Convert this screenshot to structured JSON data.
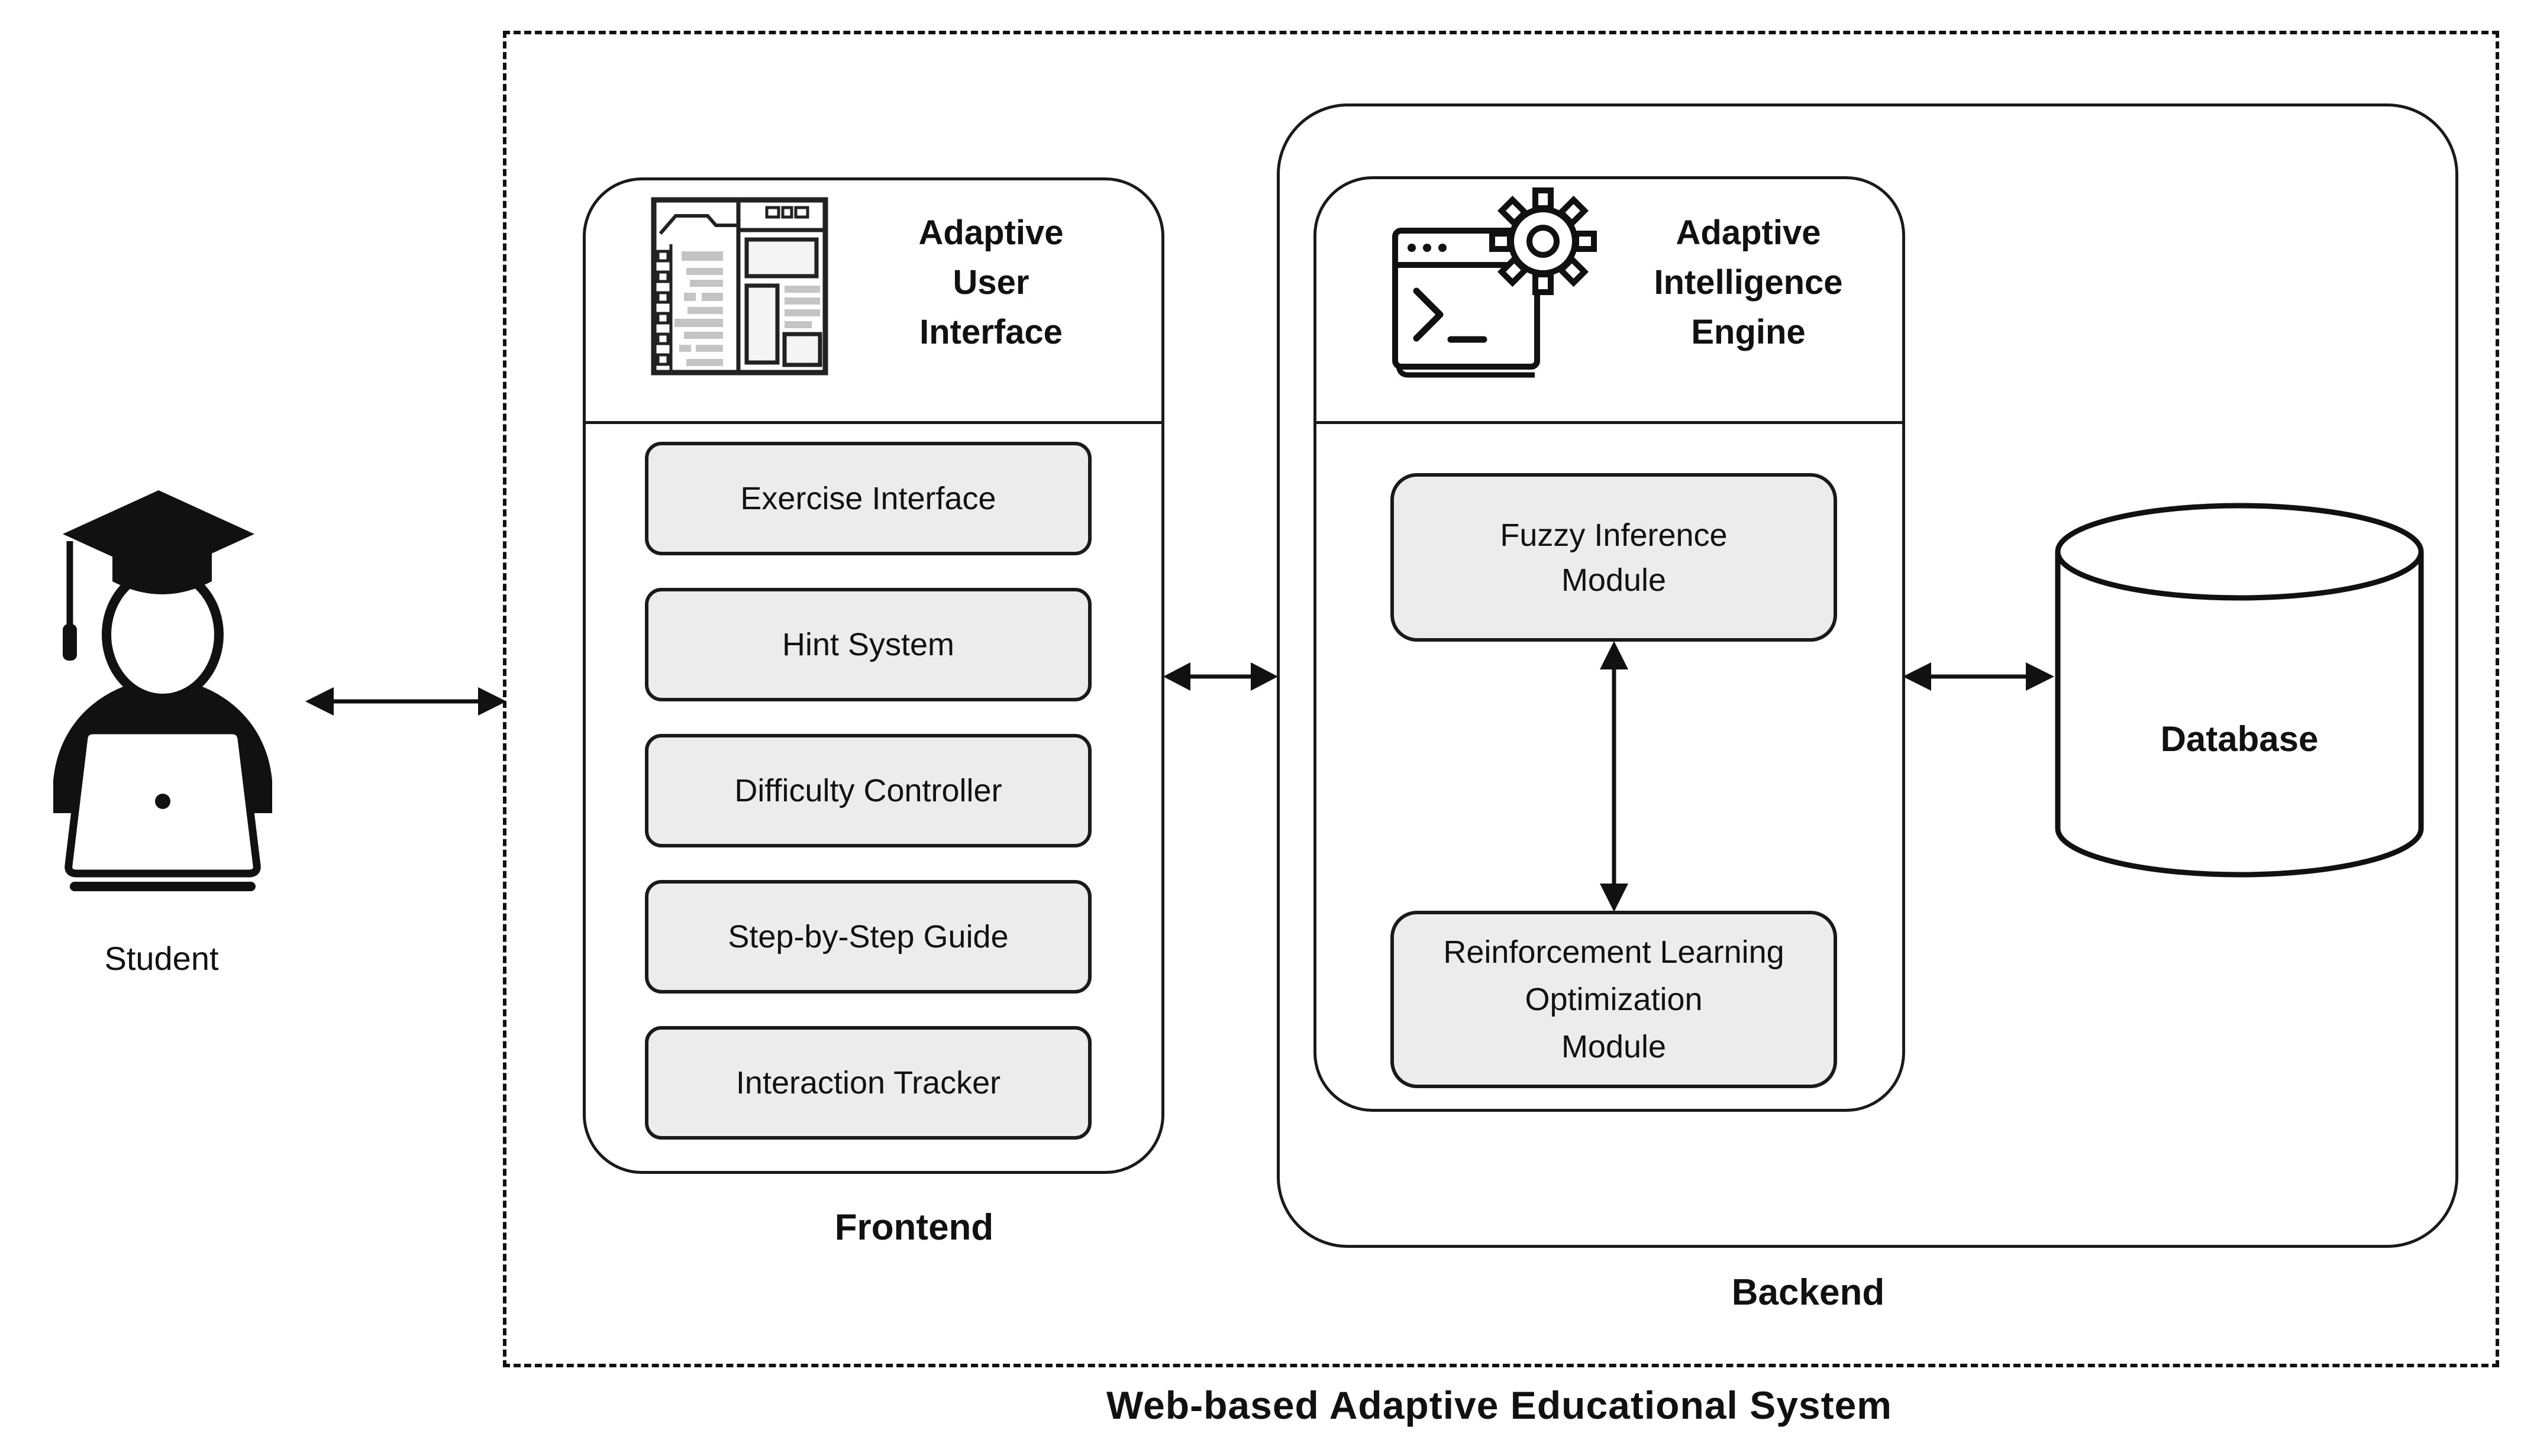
{
  "system": {
    "title": "Web-based Adaptive Educational System"
  },
  "student": {
    "label": "Student",
    "icon": "student-graduate-laptop-icon"
  },
  "frontend": {
    "group_label": "Frontend",
    "header": "Adaptive\nUser\nInterface",
    "icon": "browser-wireframe-icon",
    "modules": [
      "Exercise Interface",
      "Hint System",
      "Difficulty Controller",
      "Step-by-Step Guide",
      "Interaction Tracker"
    ]
  },
  "backend": {
    "group_label": "Backend",
    "engine": {
      "header": "Adaptive\nIntelligence\nEngine",
      "icon": "terminal-gear-icon",
      "modules": [
        "Fuzzy Inference\nModule",
        "Reinforcement Learning\nOptimization\nModule"
      ]
    },
    "database": {
      "label": "Database",
      "icon": "database-cylinder-icon"
    }
  },
  "connections": [
    "student-frontend-bidirectional-arrow",
    "frontend-backend-bidirectional-arrow",
    "fuzzy-rl-bidirectional-arrow",
    "engine-database-bidirectional-arrow"
  ],
  "colors": {
    "background": "#ffffff",
    "line": "#111111",
    "module_fill": "#ececec"
  }
}
